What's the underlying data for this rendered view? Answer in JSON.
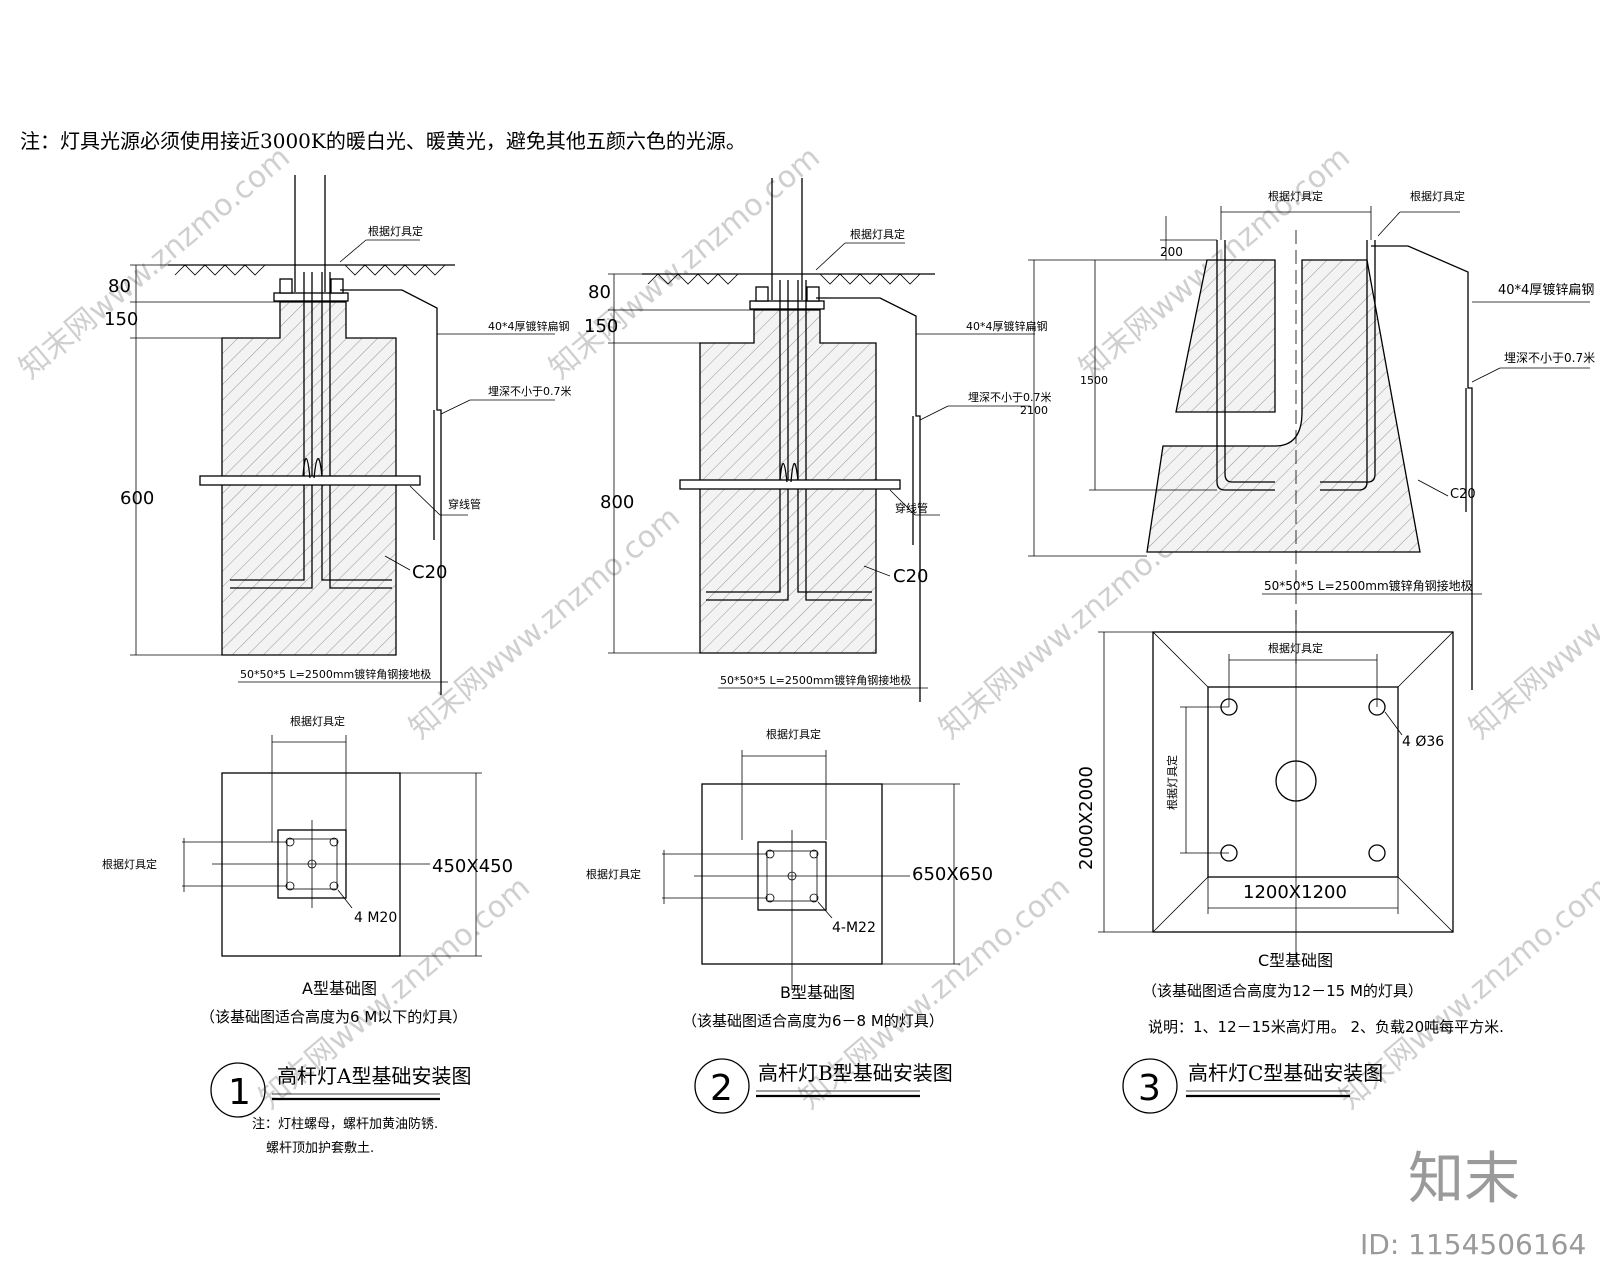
{
  "note_top": "注：灯具光源必须使用接近3000K的暖白光、暖黄光，避免其他五颜六色的光源。",
  "common": {
    "by_fixture": "根据灯具定",
    "flat_steel": "40*4厚镀锌扁钢",
    "bury_depth": "埋深不小于0.7米",
    "conduit": "穿线管",
    "concrete": "C20",
    "ground_rod": "50*50*5 L=2500mm镀锌角钢接地极"
  },
  "panel_a": {
    "dim_top": "80",
    "dim_mid": "150",
    "dim_depth": "600",
    "plan_size": "450X450",
    "bolts": "4 M20",
    "caption": "A型基础图",
    "range": "（该基础图适合高度为6 M以下的灯具）",
    "num": "1",
    "title": "高杆灯A型基础安装图",
    "remark1": "注：灯柱螺母，螺杆加黄油防锈.",
    "remark2": "螺杆顶加护套敷土."
  },
  "panel_b": {
    "dim_top": "80",
    "dim_mid": "150",
    "dim_depth": "800",
    "plan_size": "650X650",
    "bolts": "4-M22",
    "caption": "B型基础图",
    "range": "（该基础图适合高度为6－8 M的灯具）",
    "num": "2",
    "title": "高杆灯B型基础安装图"
  },
  "panel_c": {
    "dim_top": "200",
    "dim_mid": "1500",
    "dim_depth": "2100",
    "plan_outer": "2000X2000",
    "plan_inner": "1200X1200",
    "holes": "4 Ø36",
    "caption": "C型基础图",
    "range": "（该基础图适合高度为12－15 M的灯具）",
    "explain": "说明：1、12－15米高灯用。 2、负载20吨每平方米.",
    "num": "3",
    "title": "高杆灯C型基础安装图"
  },
  "brand": {
    "logo": "知末",
    "id": "ID: 1154506164",
    "watermark": "知末网www.znzmo.com"
  }
}
